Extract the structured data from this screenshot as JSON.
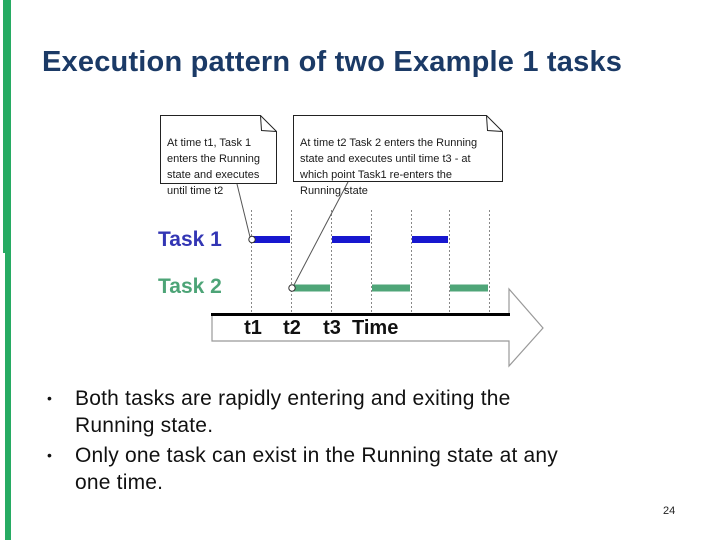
{
  "slide": {
    "title": "Execution pattern of two Example 1 tasks",
    "page_number": "24",
    "bullet_char": "•"
  },
  "theme": {
    "accent_green": "#27ab63",
    "title_color": "#1b3a66"
  },
  "diagram": {
    "callouts": [
      {
        "lines": [
          "At time t1, Task 1",
          "enters the Running",
          "state and executes",
          "until time t2"
        ]
      },
      {
        "lines": [
          "At time t2 Task 2 enters the Running",
          "state and executes until time t3 - at",
          "which point Task1 re-enters the",
          "Running state"
        ]
      }
    ],
    "tasks": [
      {
        "label": "Task 1",
        "label_color": "#3336b4",
        "bar_color": "#1717cf",
        "segments": [
          [
            1,
            2
          ],
          [
            3,
            4
          ],
          [
            5,
            6
          ]
        ]
      },
      {
        "label": "Task 2",
        "label_color": "#4da477",
        "bar_color": "#4fa578",
        "segments": [
          [
            2,
            3
          ],
          [
            4,
            5
          ],
          [
            6,
            7
          ]
        ]
      }
    ],
    "markers": [
      {
        "task": 0,
        "tick": 1
      },
      {
        "task": 1,
        "tick": 2
      }
    ],
    "axis": {
      "tick_labels": [
        "t1",
        "t2",
        "t3"
      ],
      "label": "Time"
    }
  },
  "bullets": [
    {
      "lines": [
        "Both tasks are rapidly entering and exiting the",
        "Running state."
      ]
    },
    {
      "lines": [
        "Only one task can exist in the Running state at any",
        "one time."
      ]
    }
  ]
}
